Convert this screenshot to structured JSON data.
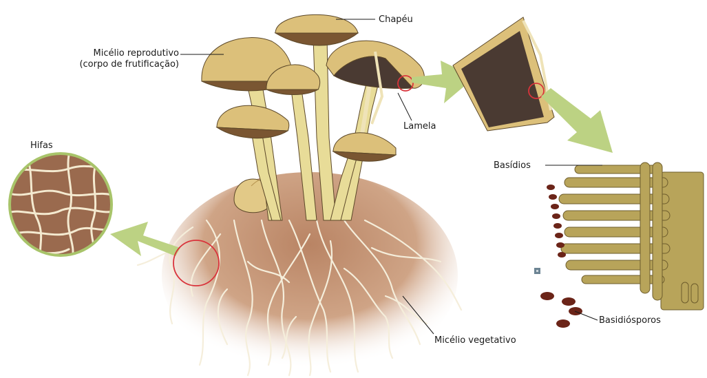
{
  "labels": {
    "chapeu": "Chapéu",
    "micelio_reprodutivo_1": "Micélio reprodutivo",
    "micelio_reprodutivo_2": "(corpo de frutificação)",
    "lamela": "Lamela",
    "hifas": "Hifas",
    "basidios": "Basídios",
    "basidiosporos": "Basidiósporos",
    "micelio_vegetativo": "Micélio vegetativo"
  },
  "colors": {
    "cap": "#dcc07a",
    "cap_shadow": "#b89550",
    "gills": "#7a5632",
    "stem": "#e8dc98",
    "soil": "#c69a7c",
    "mycelium": "#f5eedb",
    "arrow": "#bcd283",
    "highlight_circle": "#d9333b",
    "gill_section": "#4a3a32",
    "basidia": "#b8a45a",
    "spores": "#6b2418",
    "hyphae_bg": "#9a6a4e"
  }
}
